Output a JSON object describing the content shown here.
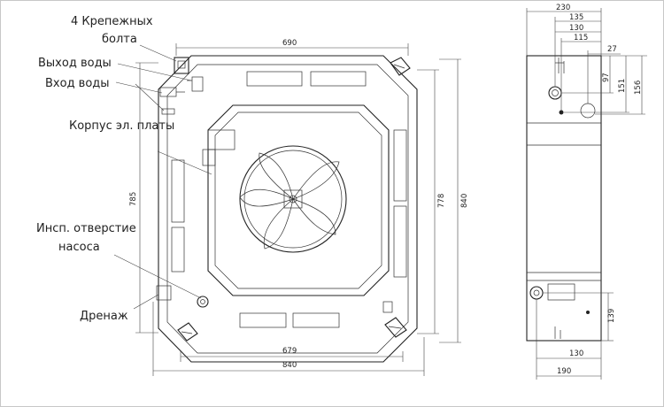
{
  "labels": {
    "bolts_line1": "4 Крепежных",
    "bolts_line2": "болта",
    "water_out": "Выход воды",
    "water_in": "Вход воды",
    "pcb_housing": "Корпус эл. платы",
    "pump_line1": "Инсп. отверстие",
    "pump_line2": "насоса",
    "drain": "Дренаж"
  },
  "dimensions": {
    "front": {
      "top_width": "690",
      "height_left": "785",
      "height_inner": "778",
      "height_outer": "840",
      "bottom_inner": "679",
      "bottom_outer": "840"
    },
    "side": {
      "w230": "230",
      "w135": "135",
      "w130_top": "130",
      "w115": "115",
      "w27": "27",
      "h97": "97",
      "h151": "151",
      "h156": "156",
      "h139": "139",
      "w130_bottom": "130",
      "w190": "190"
    }
  }
}
